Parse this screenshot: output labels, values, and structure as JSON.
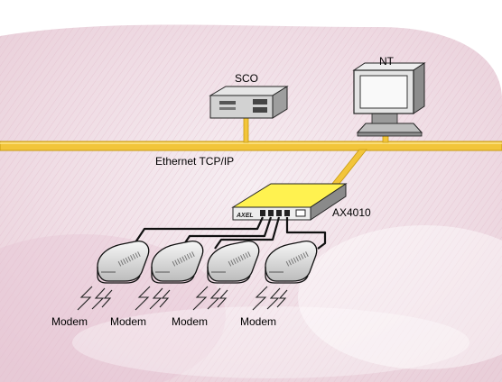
{
  "diagram": {
    "devices": {
      "sco": {
        "label": "SCO"
      },
      "nt": {
        "label": "NT"
      },
      "ax4010": {
        "label": "AX4010",
        "brand": "AXEL"
      }
    },
    "network": {
      "label": "Ethernet TCP/IP"
    },
    "modems": [
      {
        "label": "Modem"
      },
      {
        "label": "Modem"
      },
      {
        "label": "Modem"
      },
      {
        "label": "Modem"
      }
    ],
    "colors": {
      "ethernet": "#f2c53a",
      "ethernet_edge": "#c89a10",
      "router_top": "#fff250",
      "background_tint": "#ecd6df"
    }
  }
}
